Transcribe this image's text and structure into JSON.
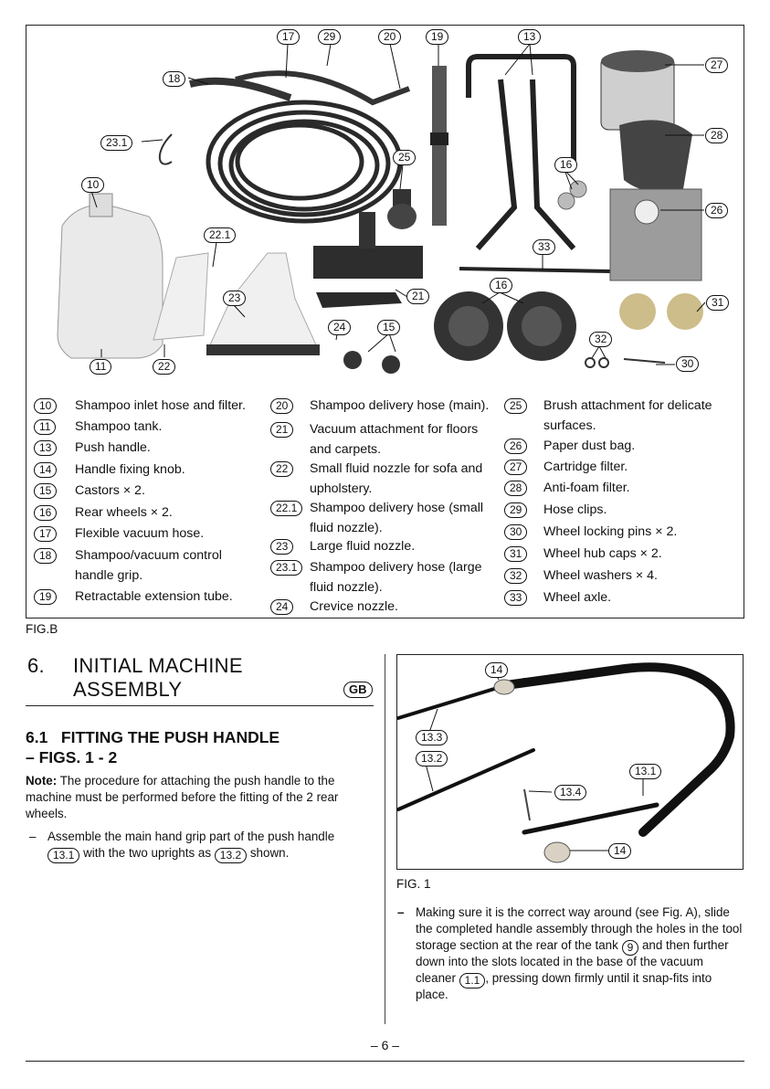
{
  "figure_b": {
    "caption": "FIG.B",
    "photo_callouts": [
      "17",
      "29",
      "20",
      "19",
      "13",
      "18",
      "27",
      "23.1",
      "28",
      "25",
      "16",
      "10",
      "26",
      "22.1",
      "33",
      "16",
      "21",
      "31",
      "23",
      "24",
      "15",
      "32",
      "11",
      "22",
      "30"
    ],
    "legend": [
      {
        "num": "10",
        "text": "Shampoo inlet hose and filter."
      },
      {
        "num": "11",
        "text": "Shampoo tank."
      },
      {
        "num": "13",
        "text": "Push handle."
      },
      {
        "num": "14",
        "text": "Handle fixing knob."
      },
      {
        "num": "15",
        "text": "Castors × 2."
      },
      {
        "num": "16",
        "text": "Rear wheels × 2."
      },
      {
        "num": "17",
        "text": "Flexible vacuum hose."
      },
      {
        "num": "18",
        "text": "Shampoo/vacuum control handle grip."
      },
      {
        "num": "19",
        "text": "Retractable extension tube."
      },
      {
        "num": "20",
        "text": "Shampoo delivery hose (main)."
      },
      {
        "num": "21",
        "text": "Vacuum attachment for floors and carpets."
      },
      {
        "num": "22",
        "text": "Small fluid nozzle for sofa and upholstery."
      },
      {
        "num": "22.1",
        "text": "Shampoo delivery hose (small fluid nozzle)."
      },
      {
        "num": "23",
        "text": "Large fluid nozzle."
      },
      {
        "num": "23.1",
        "text": "Shampoo delivery hose (large fluid nozzle)."
      },
      {
        "num": "24",
        "text": "Crevice nozzle."
      },
      {
        "num": "25",
        "text": "Brush attachment for delicate surfaces."
      },
      {
        "num": "26",
        "text": "Paper dust bag."
      },
      {
        "num": "27",
        "text": "Cartridge filter."
      },
      {
        "num": "28",
        "text": "Anti-foam filter."
      },
      {
        "num": "29",
        "text": "Hose clips."
      },
      {
        "num": "30",
        "text": "Wheel locking pins × 2."
      },
      {
        "num": "31",
        "text": "Wheel hub caps × 2."
      },
      {
        "num": "32",
        "text": "Wheel washers × 4."
      },
      {
        "num": "33",
        "text": "Wheel axle."
      }
    ]
  },
  "section6": {
    "number": "6.",
    "title_line1": "INITIAL MACHINE",
    "title_line2": "ASSEMBLY",
    "lang_badge": "GB",
    "sub_heading_line1": "6.1   FITTING THE PUSH HANDLE",
    "sub_heading_line2": "– FIGS. 1 - 2",
    "note_label": "Note:",
    "note_text": " The procedure for attaching the push handle to the machine must be performed before the fitting of the 2 rear wheels.",
    "step1_dash": "–",
    "step1_text_a": "Assemble the main hand grip part of the push handle",
    "step1_ref1": "13.1",
    "step1_text_b": "with the two uprights as",
    "step1_ref2": "13.2",
    "step1_text_c": "shown."
  },
  "figure_1": {
    "caption": "FIG. 1",
    "callouts": [
      "14",
      "13.3",
      "13.2",
      "13.1",
      "13.4",
      "14"
    ]
  },
  "step2": {
    "dash": "–",
    "text_a": "Making sure it is the correct way around (see Fig. A), slide the completed handle assembly through the holes in the tool storage section at the rear of the tank",
    "ref1": "9",
    "text_b": "and then further down into the slots located in the base of the vacuum cleaner",
    "ref2": "1.1",
    "text_c": ", pressing down firmly until it snap-fits into place."
  },
  "footer": {
    "page_number": "– 6 –"
  }
}
